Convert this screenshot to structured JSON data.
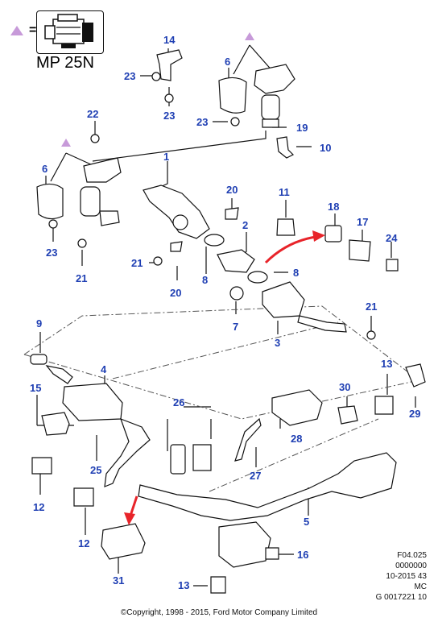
{
  "legend": {
    "equals": "=",
    "engine_code": "MP 25N",
    "marker_color": "#c79ad9"
  },
  "callout_color": "#1f3fb3",
  "accent_arrow_color": "#e8242a",
  "callouts": {
    "c1": "1",
    "c2": "2",
    "c3": "3",
    "c4": "4",
    "c5": "5",
    "c6a": "6",
    "c6b": "6",
    "c7": "7",
    "c8a": "8",
    "c8b": "8",
    "c9": "9",
    "c10": "10",
    "c11": "11",
    "c12a": "12",
    "c12b": "12",
    "c13a": "13",
    "c13b": "13",
    "c14": "14",
    "c15": "15",
    "c16": "16",
    "c17": "17",
    "c18": "18",
    "c19": "19",
    "c20a": "20",
    "c20b": "20",
    "c21a": "21",
    "c21b": "21",
    "c21c": "21",
    "c22": "22",
    "c23a": "23",
    "c23b": "23",
    "c23c": "23",
    "c23d": "23",
    "c24": "24",
    "c25": "25",
    "c26": "26",
    "c27": "27",
    "c28": "28",
    "c29": "29",
    "c30": "30",
    "c31": "31"
  },
  "reference": {
    "line1": "F04.025",
    "line2": "0000000",
    "line3": "10-2015 43",
    "line4": "MC",
    "line5": "G 0017221 10"
  },
  "copyright": "©Copyright, 1998 - 2015, Ford Motor Company Limited"
}
